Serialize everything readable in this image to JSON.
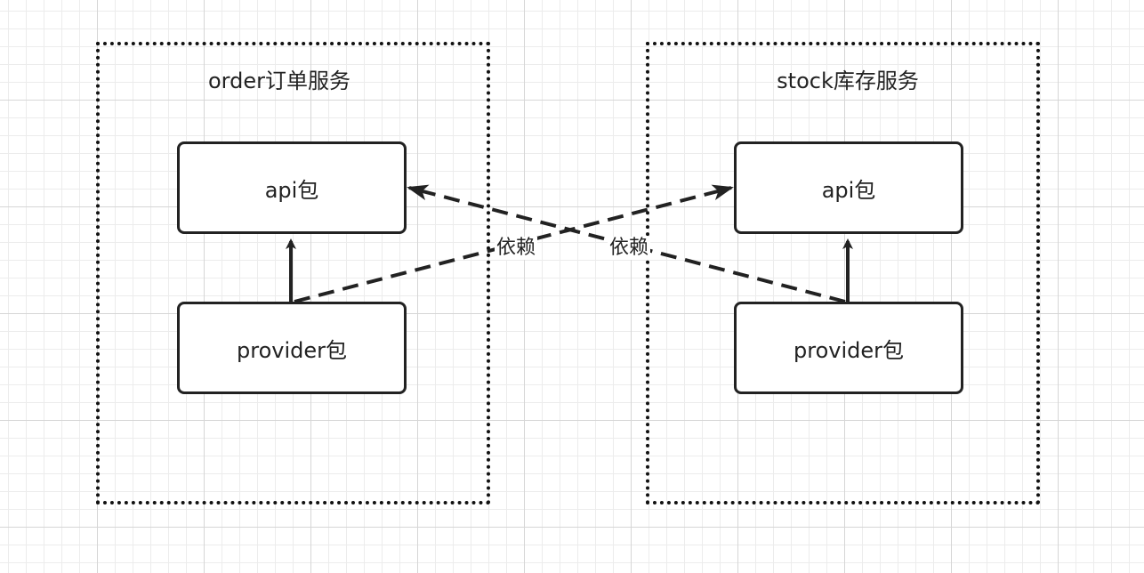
{
  "services": {
    "order": {
      "title": "order订单服务",
      "api_label": "api包",
      "provider_label": "provider包"
    },
    "stock": {
      "title": "stock库存服务",
      "api_label": "api包",
      "provider_label": "provider包"
    }
  },
  "dependencies": [
    {
      "from": "order.provider",
      "to": "stock.api",
      "label": "依赖",
      "style": "dashed"
    },
    {
      "from": "stock.provider",
      "to": "order.api",
      "label": "依赖",
      "style": "dashed"
    }
  ],
  "internal_links": [
    {
      "from": "order.provider",
      "to": "order.api",
      "style": "solid"
    },
    {
      "from": "stock.provider",
      "to": "stock.api",
      "style": "solid"
    }
  ],
  "colors": {
    "stroke": "#222222",
    "grid_minor": "#ececec",
    "grid_major": "#d6d6d6",
    "background": "#ffffff"
  }
}
